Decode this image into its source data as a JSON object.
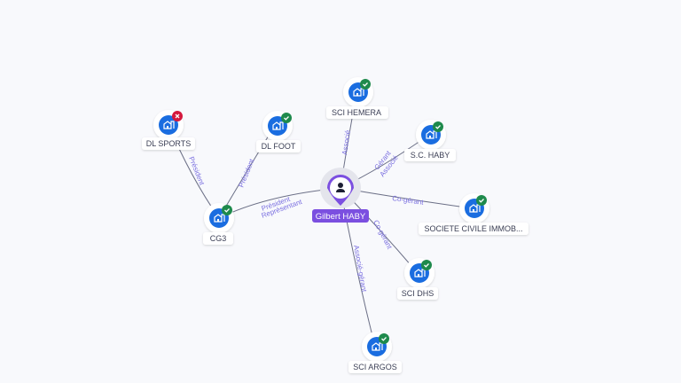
{
  "center": {
    "label": "Gilbert HABY",
    "icon": "person-icon"
  },
  "nodes": [
    {
      "label": "SCI HEMERA",
      "status": "active",
      "edge": "Associé"
    },
    {
      "label": "S.C. HABY",
      "status": "active",
      "edge": "Gérant",
      "edge2": "Associé"
    },
    {
      "label": "SOCIETE CIVILE IMMOB...",
      "status": "active",
      "edge": "Co-gérant"
    },
    {
      "label": "SCI DHS",
      "status": "active",
      "edge": "Co-gérant"
    },
    {
      "label": "SCI ARGOS",
      "status": "active",
      "edge": "Associé-gérant"
    },
    {
      "label": "CG3",
      "status": "active",
      "edge": "Président",
      "edge2": "Représentant"
    },
    {
      "label": "DL SPORTS",
      "status": "closed",
      "edge": "Président"
    },
    {
      "label": "DL FOOT",
      "status": "active",
      "edge": "Président"
    }
  ],
  "colors": {
    "accent": "#7b4fe0",
    "company": "#1a6de0",
    "active": "#1e8a4c",
    "closed": "#d4183d",
    "edge_label": "#7a6fe0"
  }
}
